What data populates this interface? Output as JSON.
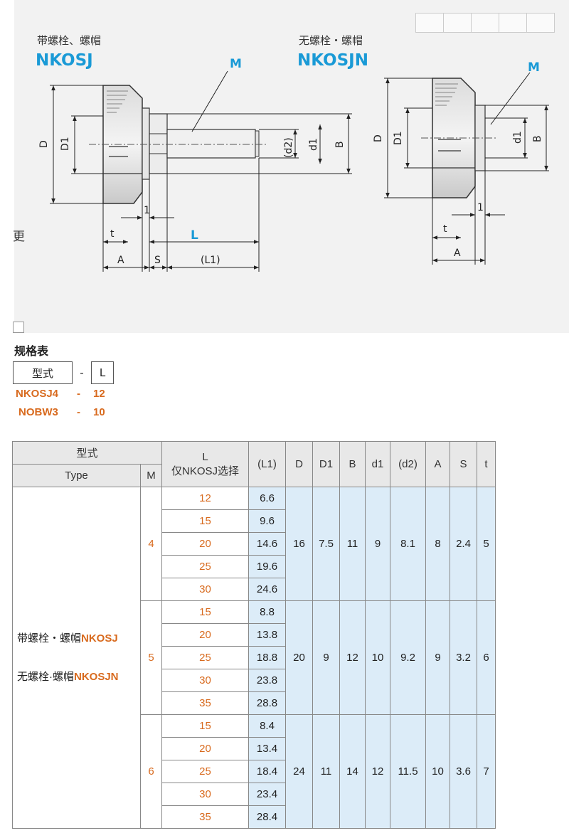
{
  "drawing": {
    "left_title_cn": "带螺栓、螺帽",
    "left_model": "NKOSJ",
    "right_title_cn": "无螺栓・螺帽",
    "right_model": "NKOSJN",
    "labels": {
      "M": "M",
      "D": "D",
      "D1": "D1",
      "d2": "(d2)",
      "d1": "d1",
      "B": "B",
      "one": "1",
      "t": "t",
      "L": "L",
      "A": "A",
      "S": "S",
      "L1": "(L1)"
    },
    "side_char": "更"
  },
  "spec": {
    "heading": "规格表",
    "order_type_box": "型式",
    "order_dash": "-",
    "order_len_box": "L",
    "examples": [
      {
        "type": "NKOSJ4",
        "dash": "-",
        "len": "12"
      },
      {
        "type": "NOBW3",
        "dash": "-",
        "len": "10"
      }
    ]
  },
  "table": {
    "headers": {
      "type_cn": "型式",
      "type_en": "Type",
      "m": "M",
      "l_line1": "L",
      "l_line2": "仅NKOSJ选择",
      "l1": "(L1)",
      "d": "D",
      "d1_upper": "D1",
      "b": "B",
      "d1_lower": "d1",
      "d2": "(d2)",
      "a": "A",
      "s": "S",
      "t": "t"
    },
    "type_cell": {
      "line1_prefix": "带螺栓・螺帽",
      "line1_code": "NKOSJ",
      "line2_prefix": "无螺栓·螺帽",
      "line2_code": "NKOSJN"
    },
    "groups": [
      {
        "m": "4",
        "rows": [
          {
            "l": "12",
            "l1": "6.6"
          },
          {
            "l": "15",
            "l1": "9.6"
          },
          {
            "l": "20",
            "l1": "14.6"
          },
          {
            "l": "25",
            "l1": "19.6"
          },
          {
            "l": "30",
            "l1": "24.6"
          }
        ],
        "d": "16",
        "D1": "7.5",
        "b": "11",
        "d1": "9",
        "d2": "8.1",
        "a": "8",
        "s": "2.4",
        "t": "5"
      },
      {
        "m": "5",
        "rows": [
          {
            "l": "15",
            "l1": "8.8"
          },
          {
            "l": "20",
            "l1": "13.8"
          },
          {
            "l": "25",
            "l1": "18.8"
          },
          {
            "l": "30",
            "l1": "23.8"
          },
          {
            "l": "35",
            "l1": "28.8"
          }
        ],
        "d": "20",
        "D1": "9",
        "b": "12",
        "d1": "10",
        "d2": "9.2",
        "a": "9",
        "s": "3.2",
        "t": "6"
      },
      {
        "m": "6",
        "rows": [
          {
            "l": "15",
            "l1": "8.4"
          },
          {
            "l": "20",
            "l1": "13.4"
          },
          {
            "l": "25",
            "l1": "18.4"
          },
          {
            "l": "30",
            "l1": "23.4"
          },
          {
            "l": "35",
            "l1": "28.4"
          }
        ],
        "d": "24",
        "D1": "11",
        "b": "14",
        "d1": "12",
        "d2": "11.5",
        "a": "10",
        "s": "3.6",
        "t": "7"
      }
    ]
  }
}
